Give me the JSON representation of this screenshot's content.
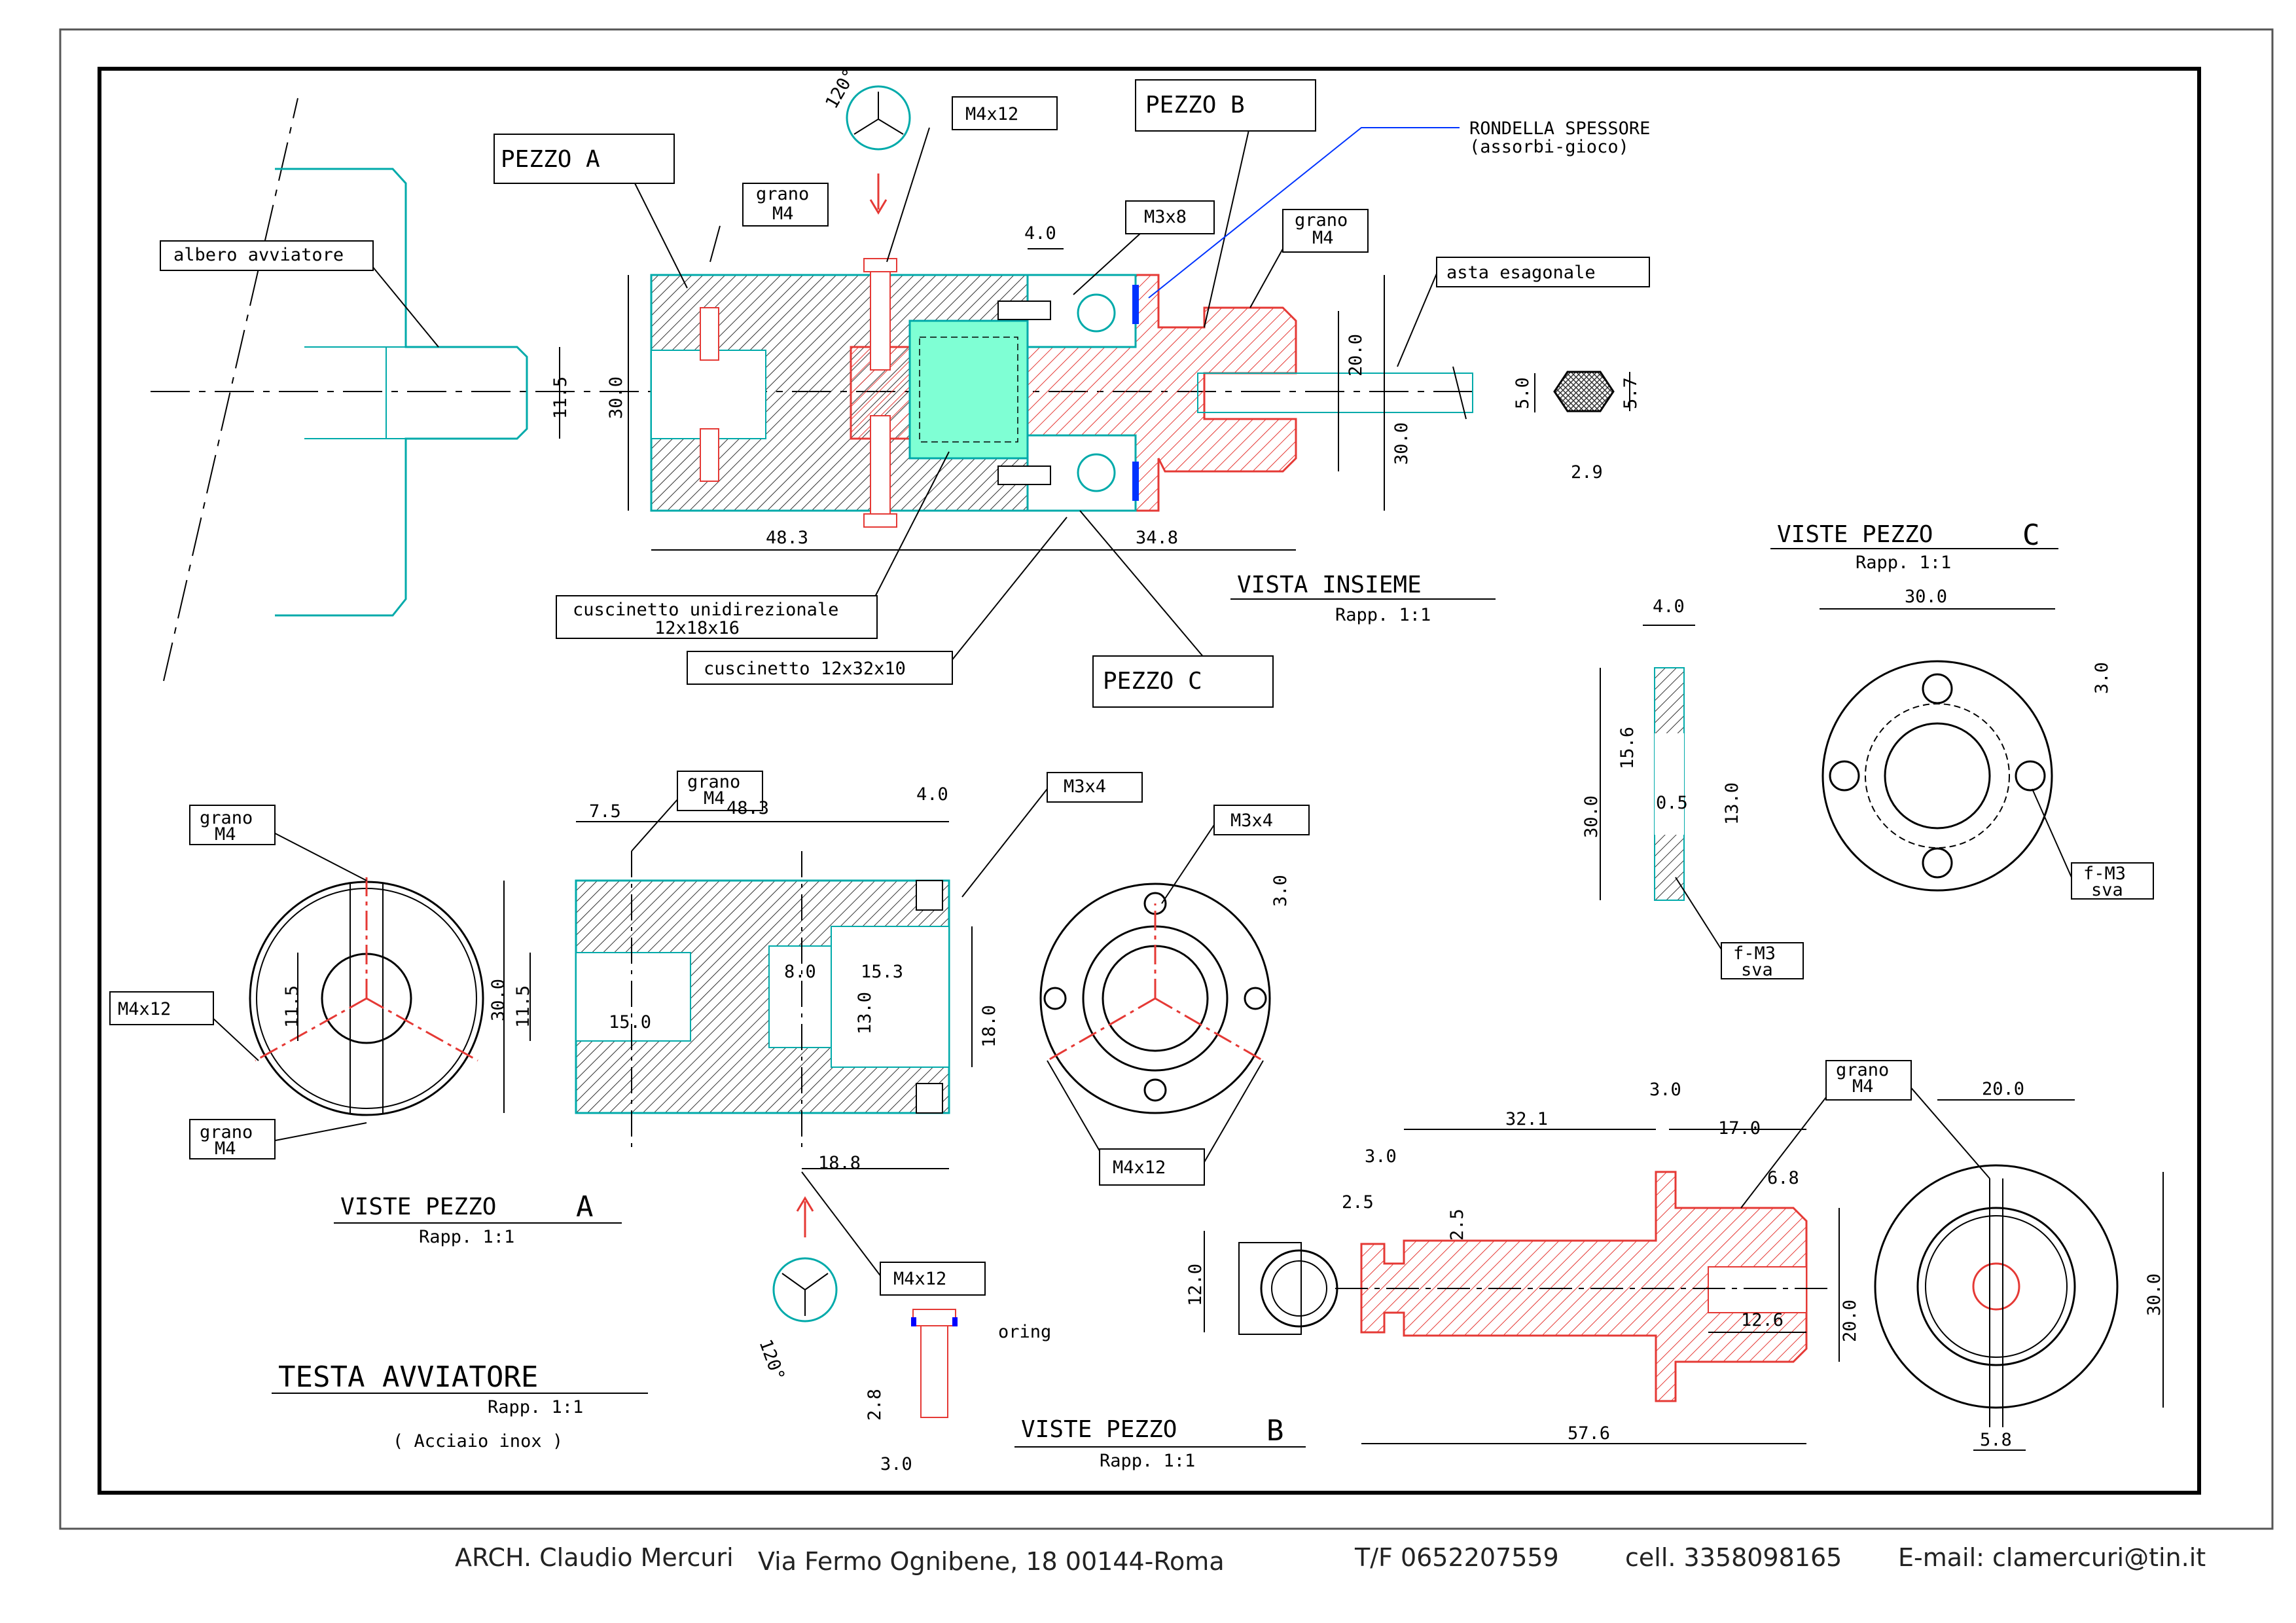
{
  "labels": {
    "pezzo_a": "PEZZO A",
    "pezzo_b": "PEZZO B",
    "pezzo_c": "PEZZO C",
    "albero": "albero avviatore",
    "grano": "grano",
    "m4": "M4",
    "m4x12": "M4x12",
    "m3x8": "M3x8",
    "m3x4": "M3x4",
    "rondella1": "RONDELLA SPESSORE",
    "rondella2": "(assorbi-gioco)",
    "asta": "asta esagonale",
    "cusc_uni_1": "cuscinetto unidirezionale",
    "cusc_uni_2": "12x18x16",
    "cusc_2": "cuscinetto 12x32x10",
    "oring": "oring",
    "fm3": "f-M3",
    "sva": "sva",
    "angle": "120°"
  },
  "dimensions": {
    "d_11_5": "11.5",
    "d_30_0": "30.0",
    "d_48_3": "48.3",
    "d_34_8": "34.8",
    "d_4_0": "4.0",
    "d_20_0": "20.0",
    "d_5_0": "5.0",
    "d_5_7": "5.7",
    "d_2_9": "2.9",
    "d_15_6": "15.6",
    "d_0_5": "0.5",
    "d_13_0": "13.0",
    "d_3_0": "3.0",
    "d_7_5": "7.5",
    "d_8_0": "8.0",
    "d_15_3": "15.3",
    "d_15_0": "15.0",
    "d_18_0": "18.0",
    "d_18_8": "18.8",
    "d_32_1": "32.1",
    "d_17_0": "17.0",
    "d_6_8": "6.8",
    "d_2_5": "2.5",
    "d_12_0": "12.0",
    "d_12_6": "12.6",
    "d_57_6": "57.6",
    "d_5_8": "5.8",
    "d_2_8": "2.8"
  },
  "views": {
    "insieme": "VISTA INSIEME",
    "pezzo_a": "VISTE PEZZO",
    "pezzo_b": "VISTE PEZZO",
    "pezzo_c": "VISTE PEZZO",
    "letter_a": "A",
    "letter_b": "B",
    "letter_c": "C",
    "rapp": "Rapp. 1:1"
  },
  "main_title": {
    "title": "TESTA AVVIATORE",
    "scale": "Rapp. 1:1",
    "material": "( Acciaio inox )"
  },
  "footer": {
    "name": "ARCH. Claudio Mercuri",
    "address": "Via Fermo Ognibene, 18 00144-Roma",
    "tel": "T/F 0652207559",
    "cell": "cell. 3358098165",
    "email": "E-mail: clamercuri@tin.it"
  },
  "colors": {
    "part_a": "#00aaaa",
    "part_b": "#ff0000",
    "bearing": "#7fffd4",
    "blue_leader": "#0033ff",
    "oring": "#0000ff"
  }
}
